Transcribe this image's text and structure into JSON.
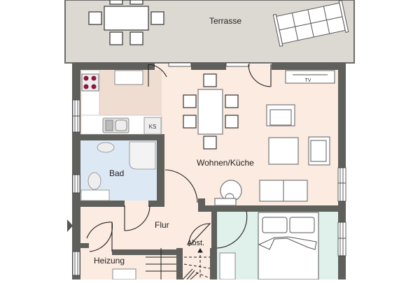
{
  "floorplan": {
    "colors": {
      "wall": "#5f5f5c",
      "terrace": "#dcd9d3",
      "living": "#fbebe1",
      "kitchen_counter": "#f0ddd2",
      "bath": "#dde8f5",
      "bedroom": "#dff1ea",
      "hallway": "#fbebe1",
      "furniture": "#ffffff",
      "stove_burner": "#8b1a3a"
    },
    "rooms": {
      "terrace": {
        "label": "Terrasse"
      },
      "living_kitchen": {
        "label": "Wohnen/Küche"
      },
      "bath": {
        "label": "Bad"
      },
      "hallway": {
        "label": "Flur"
      },
      "storage": {
        "label": "Abst."
      },
      "heating": {
        "label": "Heizung"
      }
    },
    "fixtures": {
      "fridge": {
        "label": "KS"
      },
      "tv": {
        "label": "TV"
      }
    },
    "entrance_marker": "entrance-arrow"
  }
}
